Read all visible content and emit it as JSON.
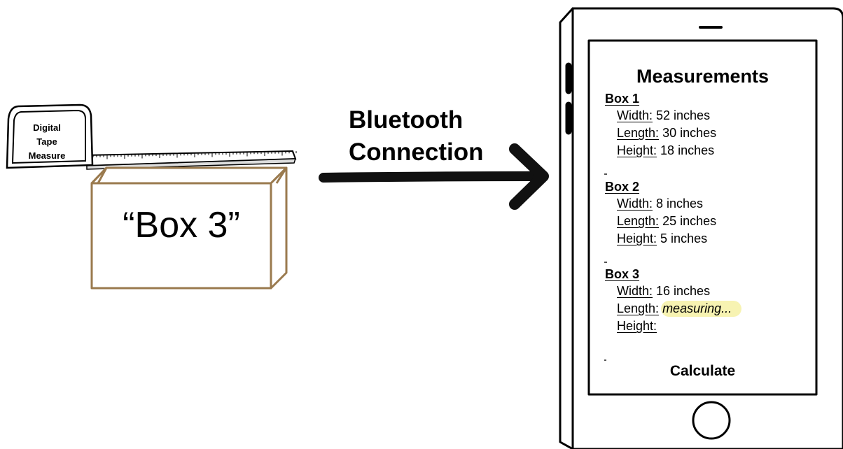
{
  "tape_measure": {
    "label_lines": [
      "Digital",
      "Tape",
      "Measure"
    ]
  },
  "box": {
    "label": "“Box 3”"
  },
  "connection": {
    "label_lines": [
      "Bluetooth",
      "Connection"
    ]
  },
  "phone": {
    "title": "Measurements",
    "boxes": [
      {
        "name": "Box 1",
        "rows": [
          {
            "key": "Width:",
            "value": "52 inches"
          },
          {
            "key": "Length:",
            "value": "30 inches"
          },
          {
            "key": "Height:",
            "value": "18 inches"
          }
        ]
      },
      {
        "name": "Box 2",
        "rows": [
          {
            "key": "Width:",
            "value": "8 inches"
          },
          {
            "key": "Length:",
            "value": "25 inches"
          },
          {
            "key": "Height:",
            "value": "5 inches"
          }
        ]
      },
      {
        "name": "Box 3",
        "rows": [
          {
            "key": "Width:",
            "value": "16 inches"
          },
          {
            "key": "Length:",
            "value": "measuring..."
          },
          {
            "key": "Height:",
            "value": ""
          }
        ]
      }
    ],
    "calculate_label": "Calculate"
  },
  "colors": {
    "box_brown": "#9a7a4e",
    "highlight": "#f7f3b2"
  }
}
